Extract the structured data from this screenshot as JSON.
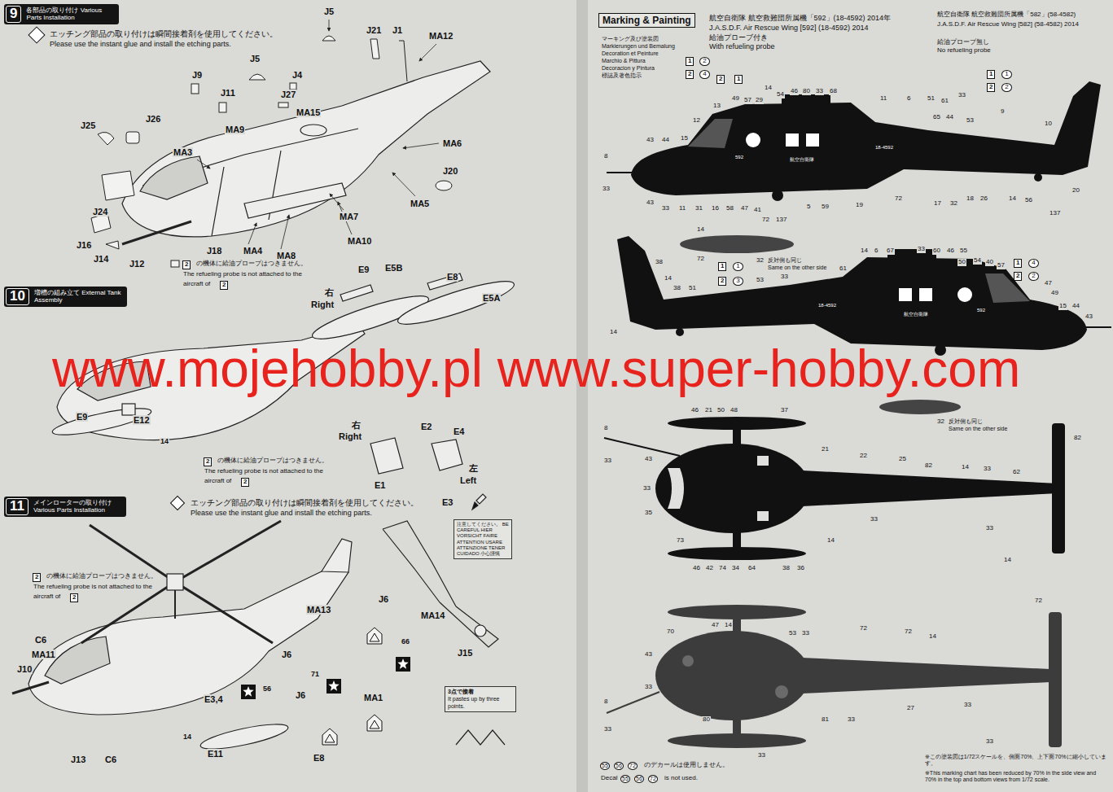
{
  "diagram": {
    "nodes": [
      {
        "text": [
          "9",
          "各部品の取り付け Various Parts Installation"
        ]
      },
      {
        "text": [
          "10",
          "増槽の組み立て External Tank Assembly"
        ]
      },
      {
        "text": [
          "11",
          "メインローターの取り付け Various Parts Installation"
        ]
      },
      {
        "text": [
          "注意してください。 BE CAREFUL HIER VORSICHT FAIRE ATTENTION USARE ATTENZIONE TENER CUIDADO 小心謹慎"
        ]
      },
      {
        "text": [
          "3点で接着",
          "It pastes up by three points."
        ]
      },
      {
        "text": [
          "Marking & Painting"
        ]
      }
    ],
    "labels": [
      "エッチング部品の取り付けは瞬間接着剤を使用してください。",
      "Please use the instant glue and install the etching parts.",
      "J5",
      "J21",
      "J1",
      "MA12",
      "J5",
      "J4",
      "J27",
      "MA15",
      "J9",
      "J11",
      "MA9",
      "MA3",
      "J25",
      "J26",
      "MA6",
      "J20",
      "J24",
      "MA7",
      "MA5",
      "J16",
      "J14",
      "J12",
      "J18",
      "MA4",
      "MA8",
      "MA10",
      "2",
      "の機体に給油プローブはつきません。",
      "The refueling probe is not attached to the",
      "aircraft of",
      "2",
      "E9",
      "E5B",
      "E8",
      "E5A",
      "右",
      "Right",
      "E9",
      "E12",
      "14",
      "2",
      "の機体に給油プローブはつきません。",
      "The refueling probe is not attached to the",
      "aircraft of",
      "2",
      "右",
      "Right",
      "E2",
      "E4",
      "左",
      "Left",
      "E1",
      "E3",
      "エッチング部品の取り付けは瞬間接着剤を使用してください。",
      "Please use the instant glue and install the etching parts.",
      "2",
      "の機体に給油プローブはつきません。",
      "The refueling probe is not attached to the",
      "aircraft of",
      "2",
      "J6",
      "MA14",
      "J15",
      "66",
      "MA13",
      "J6",
      "71",
      "J6",
      "56",
      "E3,4",
      "14",
      "E11",
      "E8",
      "MA1",
      "C6",
      "MA11",
      "J10",
      "J13",
      "C6",
      "www.mojehobby.pl www.super-hobby.com",
      "マーキング及び塗装図",
      "Markierungen und Bemalung",
      "Decoration et Peinture",
      "Marchio & Pittura",
      "Decoracion y Pintura",
      "標誌及著色指示",
      "航空自衛隊 航空救難団所属機「592」(18-4592) 2014年",
      "J.A.S.D.F. Air Rescue Wing [592] (18-4592) 2014",
      "給油プローブ付き",
      "With refueling probe",
      "航空自衛隊 航空救難団所属機「582」(58-4582)",
      "J.A.S.D.F. Air Rescue Wing [582] (58-4582) 2014",
      "給油プローブ無し",
      "No refueling probe",
      "1",
      "2",
      "2",
      "4",
      "2",
      "1",
      "1",
      "1",
      "2",
      "2",
      "14",
      "49",
      "57",
      "29",
      "54",
      "46",
      "80",
      "33",
      "68",
      "13",
      "12",
      "15",
      "43",
      "44",
      "8",
      "33",
      "43",
      "33",
      "11",
      "31",
      "16",
      "58",
      "47",
      "41",
      "72",
      "137",
      "5",
      "59",
      "19",
      "72",
      "11",
      "6",
      "51",
      "61",
      "33",
      "65",
      "44",
      "53",
      "9",
      "10",
      "17",
      "32",
      "18",
      "26",
      "14",
      "56",
      "137",
      "20",
      "592",
      "航空自衛隊",
      "18-4592",
      "14",
      "72",
      "32",
      "反対側も同じ",
      "Same on the other side",
      "1",
      "1",
      "2",
      "3",
      "38",
      "14",
      "38",
      "51",
      "14",
      "53",
      "33",
      "61",
      "14",
      "6",
      "67",
      "33",
      "60",
      "46",
      "55",
      "50",
      "54",
      "40",
      "57",
      "1",
      "4",
      "2",
      "2",
      "47",
      "49",
      "15",
      "44",
      "43",
      "592",
      "航空自衛隊",
      "18-4592",
      "32",
      "反対側も同じ",
      "Same on the other side",
      "8",
      "33",
      "43",
      "33",
      "35",
      "73",
      "46",
      "42",
      "74",
      "34",
      "64",
      "38",
      "36",
      "14",
      "46",
      "21",
      "50",
      "48",
      "37",
      "21",
      "22",
      "25",
      "82",
      "14",
      "33",
      "62",
      "82",
      "33",
      "33",
      "14",
      "47",
      "14",
      "53",
      "33",
      "72",
      "72",
      "14",
      "72",
      "70",
      "43",
      "33",
      "8",
      "33",
      "33",
      "80",
      "81",
      "33",
      "27",
      "33",
      "33",
      "55",
      "56",
      "72",
      "のデカールは使用しません。",
      "Decal",
      "55",
      "56",
      "72",
      "is not used.",
      "※この塗装図は1/72スケールを、側面70%、上下面70%に縮小しています。",
      "※This marking chart has been reduced by 70% in the side view and 70% in the top and bottom views from 1/72 scale."
    ]
  }
}
